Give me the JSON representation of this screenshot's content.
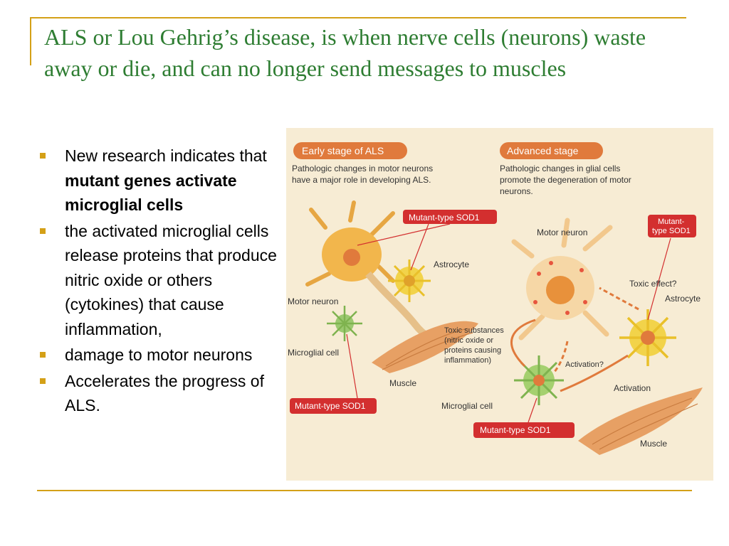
{
  "slide": {
    "title": "ALS  or Lou Gehrig’s disease, is when nerve cells (neurons) waste away or die, and can no longer send messages to muscles",
    "bullets": [
      {
        "pre": "New research indicates that ",
        "bold": "mutant genes activate microglial cells",
        "post": ""
      },
      {
        "pre": "the activated microglial cells release proteins that produce nitric oxide or others (cytokines) that cause inflammation,",
        "bold": "",
        "post": ""
      },
      {
        "pre": "damage to motor neurons",
        "bold": "",
        "post": ""
      },
      {
        "pre": "Accelerates the progress of ALS.",
        "bold": "",
        "post": ""
      }
    ]
  },
  "diagram": {
    "early": {
      "header": "Early stage of ALS",
      "desc_line1": "Pathologic changes in motor neurons",
      "desc_line2": "have a major role in developing ALS.",
      "mutant_top": "Mutant-type SOD1",
      "astrocyte": "Astrocyte",
      "motor_neuron": "Motor neuron",
      "microglial": "Microglial cell",
      "muscle": "Muscle",
      "mutant_bottom": "Mutant-type SOD1"
    },
    "advanced": {
      "header": "Advanced stage",
      "desc_line1": "Pathologic changes in glial cells",
      "desc_line2": "promote the degeneration of motor",
      "desc_line3": "neurons.",
      "mutant_right_1": "Mutant-",
      "mutant_right_2": "type SOD1",
      "motor_neuron": "Motor neuron",
      "toxic_effect": "Toxic effect?",
      "astrocyte": "Astrocyte",
      "toxic_1": "Toxic substances",
      "toxic_2": "(nitric oxide or",
      "toxic_3": "proteins causing",
      "toxic_4": "inflammation)",
      "activation_q": "Activation?",
      "activation": "Activation",
      "microglial": "Microglial cell",
      "mutant_bottom": "Mutant-type SOD1",
      "muscle": "Muscle"
    }
  },
  "colors": {
    "title": "#2e7d32",
    "accent": "#d4a017",
    "diagram_bg": "#f7ecd4",
    "stage_header": "#e07a3c",
    "mutant_label": "#d32f2f"
  }
}
